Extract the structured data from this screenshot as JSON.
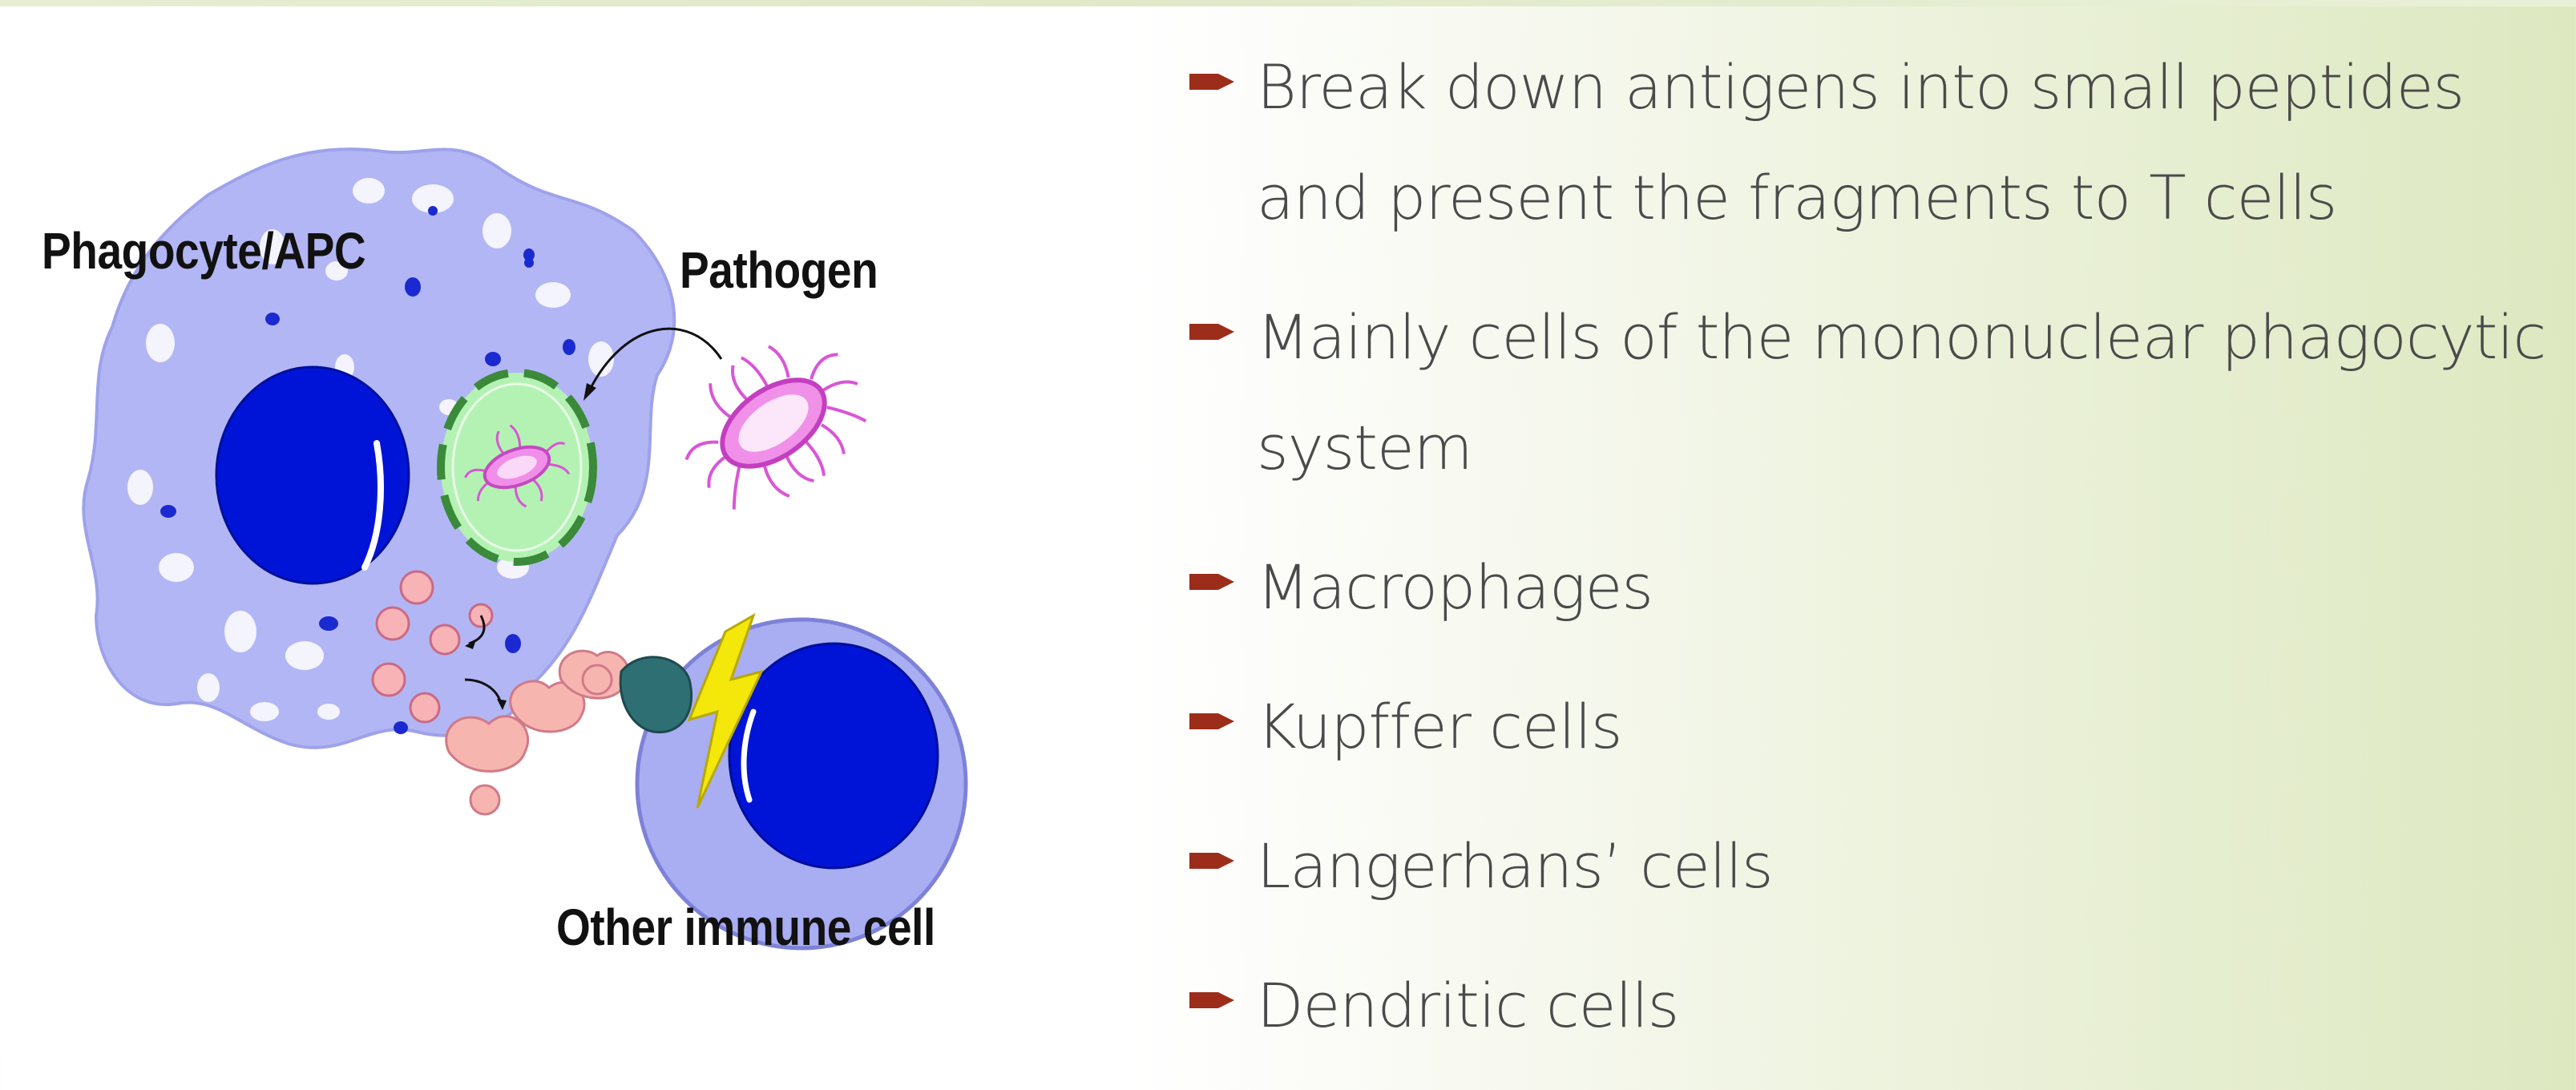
{
  "illustration": {
    "labels": {
      "phagocyte": "Phagocyte/APC",
      "pathogen": "Pathogen",
      "other_cell": "Other immune cell"
    }
  },
  "bullets": [
    {
      "text": "Break down antigens into small peptides and present the fragments to T cells"
    },
    {
      "text": "Mainly cells of the mononuclear phagocytic system"
    },
    {
      "text": "Macrophages"
    },
    {
      "text": "Kupffer cells"
    },
    {
      "text": "Langerhans’ cells"
    },
    {
      "text": "Dendritic cells"
    }
  ],
  "colors": {
    "bullet_arrow": "#9b2d1a",
    "text": "#4a4a4a",
    "cell_body": "#a9adf2",
    "nucleus": "#0012d6",
    "pathogen": "#e26ae0",
    "vacuole": "#a6f0a8",
    "peptide": "#f7b0b2",
    "receptor": "#2e6f73",
    "lightning": "#f2e60a"
  },
  "icons": [
    "arrow-bullet-icon"
  ]
}
